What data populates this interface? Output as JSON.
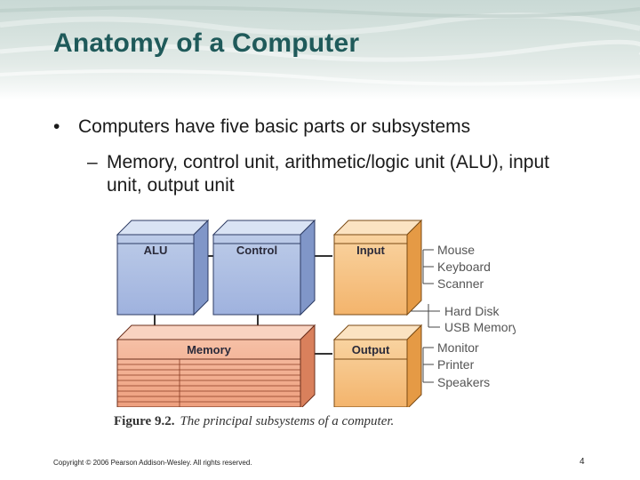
{
  "slide": {
    "title": "Anatomy of a Computer",
    "bullet": "Computers have five basic parts or subsystems",
    "bullet_marker": "•",
    "sub_marker": "–",
    "sub_bullet": "Memory, control unit, arithmetic/logic unit (ALU), input unit, output unit"
  },
  "figure": {
    "units": {
      "alu": "ALU",
      "control": "Control",
      "memory": "Memory",
      "input": "Input",
      "output": "Output"
    },
    "input_devices": [
      "Mouse",
      "Keyboard",
      "Scanner"
    ],
    "storage_devices": [
      "Hard Disk",
      "USB Memory"
    ],
    "output_devices": [
      "Monitor",
      "Printer",
      "Speakers"
    ],
    "caption_number": "Figure 9.2.",
    "caption_text": "The principal subsystems of a computer.",
    "colors": {
      "cpu_blue": "#bccbe8",
      "memory_salmon": "#f3b295",
      "io_orange": "#f7c98e"
    }
  },
  "footer": {
    "copyright": "Copyright © 2006 Pearson Addison-Wesley. All rights reserved.",
    "page": "4"
  }
}
